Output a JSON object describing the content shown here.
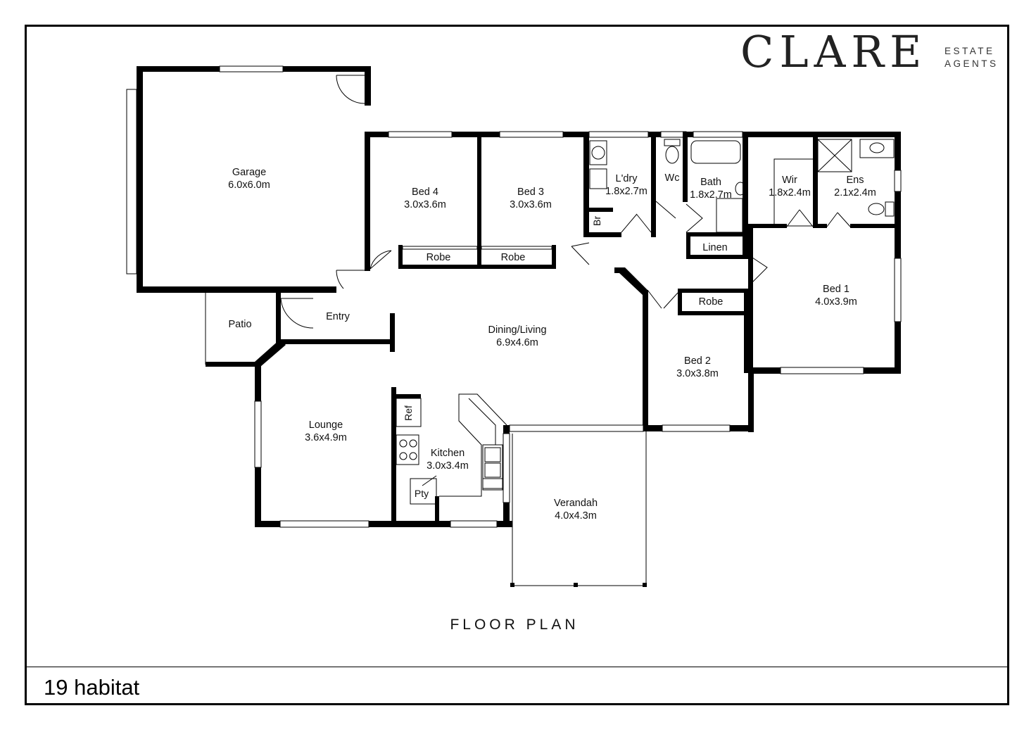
{
  "brand": {
    "name": "CLARE",
    "sub_line1": "ESTATE",
    "sub_line2": "AGENTS"
  },
  "plan_title": "FLOOR PLAN",
  "footer": {
    "address": "19 habitat"
  },
  "rooms": {
    "garage": {
      "name": "Garage",
      "size": "6.0x6.0m"
    },
    "bed4": {
      "name": "Bed 4",
      "size": "3.0x3.6m"
    },
    "bed3": {
      "name": "Bed 3",
      "size": "3.0x3.6m"
    },
    "laundry": {
      "name": "L'dry",
      "size": "1.8x2.7m"
    },
    "wc": {
      "name": "Wc"
    },
    "bath": {
      "name": "Bath",
      "size": "1.8x2.7m"
    },
    "wir": {
      "name": "Wir",
      "size": "1.8x2.4m"
    },
    "ens": {
      "name": "Ens",
      "size": "2.1x2.4m"
    },
    "br": {
      "name": "Br"
    },
    "robe_bed4": {
      "name": "Robe"
    },
    "robe_bed3": {
      "name": "Robe"
    },
    "linen": {
      "name": "Linen"
    },
    "robe_bed2": {
      "name": "Robe"
    },
    "bed1": {
      "name": "Bed 1",
      "size": "4.0x3.9m"
    },
    "entry": {
      "name": "Entry"
    },
    "patio": {
      "name": "Patio"
    },
    "dining_living": {
      "name": "Dining/Living",
      "size": "6.9x4.6m"
    },
    "bed2": {
      "name": "Bed 2",
      "size": "3.0x3.8m"
    },
    "lounge": {
      "name": "Lounge",
      "size": "3.6x4.9m"
    },
    "ref": {
      "name": "Ref"
    },
    "kitchen": {
      "name": "Kitchen",
      "size": "3.0x3.4m"
    },
    "pantry": {
      "name": "Pty"
    },
    "verandah": {
      "name": "Verandah",
      "size": "4.0x4.3m"
    }
  }
}
